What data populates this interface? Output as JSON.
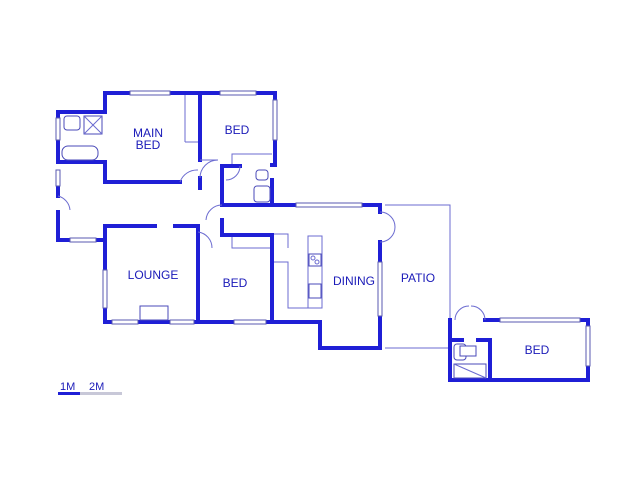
{
  "plan": {
    "rooms": {
      "main_bed_line1": "MAIN",
      "main_bed_line2": "BED",
      "bed_top": "BED",
      "lounge": "LOUNGE",
      "bed_middle": "BED",
      "dining": "DINING",
      "patio": "PATIO",
      "bed_right": "BED"
    },
    "scale": {
      "label_1": "1M",
      "label_2": "2M"
    }
  },
  "colors": {
    "wall": "#1f1fd6",
    "label": "#1a1ab8",
    "background": "#ffffff"
  }
}
